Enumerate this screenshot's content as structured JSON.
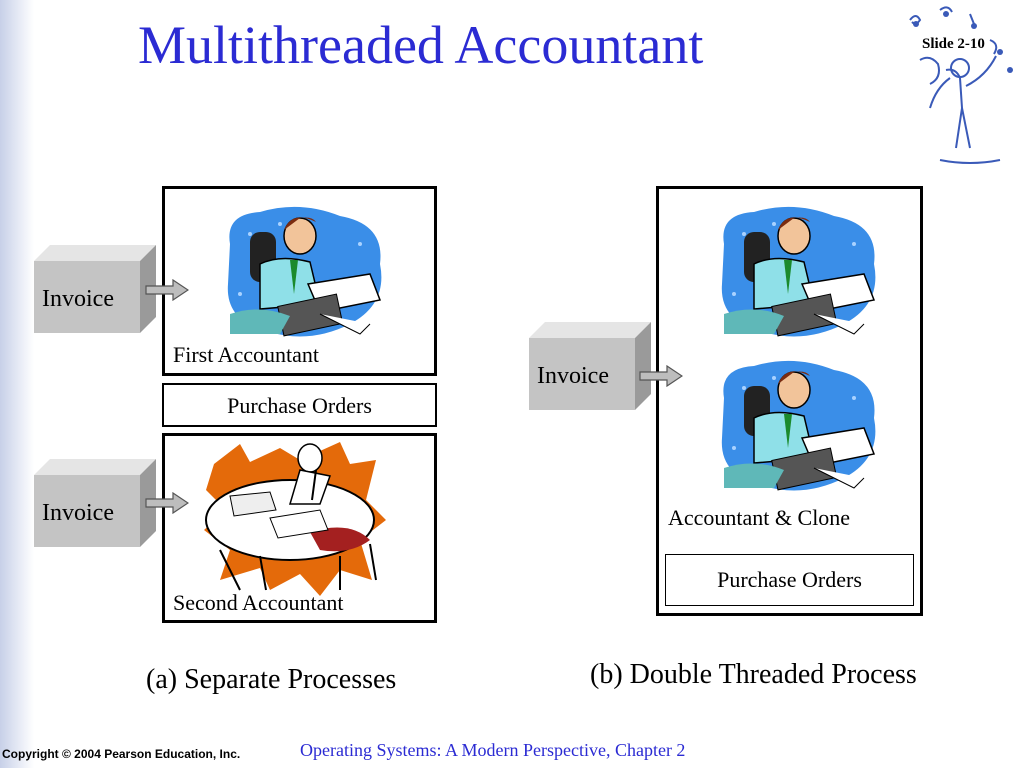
{
  "slide": {
    "title": "Multithreaded Accountant",
    "slide_number": "Slide 2-10",
    "footer_copyright": "Copyright © 2004 Pearson Education, Inc.",
    "footer_course": "Operating Systems: A Modern Perspective, Chapter 2"
  },
  "left_panel": {
    "invoice_top": "Invoice",
    "invoice_bottom": "Invoice",
    "first_accountant": "First Accountant",
    "purchase_orders": "Purchase Orders",
    "second_accountant": "Second Accountant",
    "caption": "(a) Separate Processes"
  },
  "right_panel": {
    "invoice": "Invoice",
    "accountant_clone": "Accountant & Clone",
    "purchase_orders": "Purchase Orders",
    "caption": "(b) Double Threaded Process"
  },
  "colors": {
    "title": "#2b2bd3",
    "footer_course": "#2b2bd3",
    "clipart_bg": "#3a8ee8",
    "clipart_orange": "#e46a0a"
  }
}
